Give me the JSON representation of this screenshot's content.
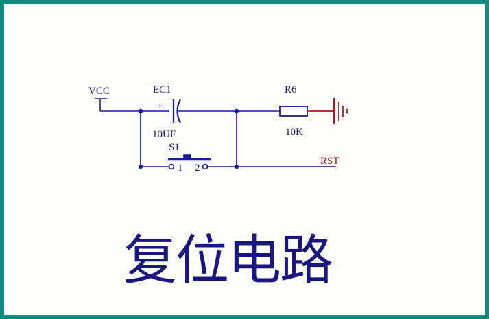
{
  "colors": {
    "frame": "#0e8a7e",
    "background": "#fdfdf9",
    "wire": "#1a1a9e",
    "label": "#1a1a6e",
    "ground": "#b5161b",
    "caption": "#1a1680"
  },
  "labels": {
    "vcc": "VCC",
    "ec1": "EC1",
    "plus": "+",
    "cap_value": "10UF",
    "s1": "S1",
    "pin1": "1",
    "pin2": "2",
    "r6": "R6",
    "res_value": "10K",
    "rst": "RST"
  },
  "caption": "复位电路"
}
